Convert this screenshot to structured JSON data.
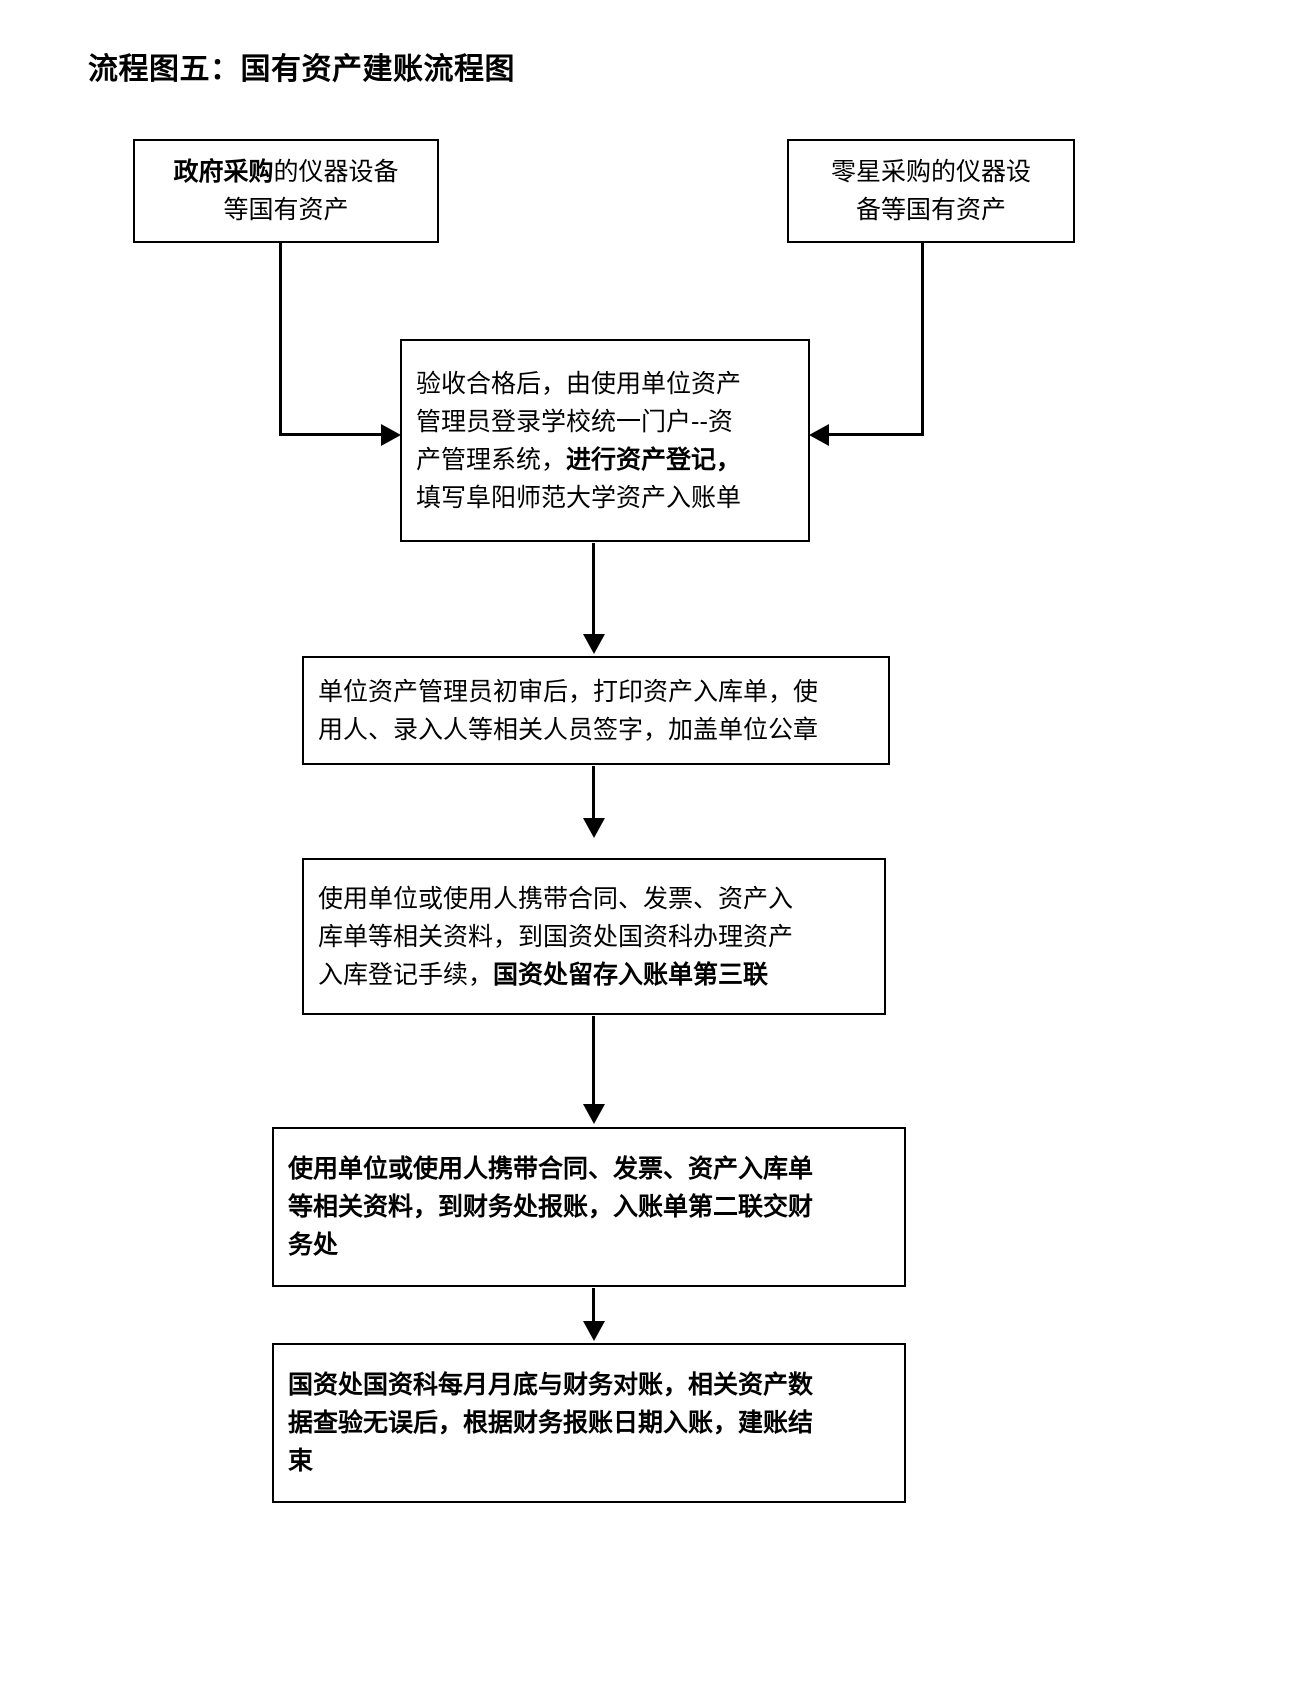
{
  "title": "流程图五：国有资产建账流程图",
  "nodes": {
    "gov_purchase": {
      "line1_bold": "政府采购",
      "line1_rest": "的仪器设备",
      "line2": "等国有资产",
      "full_text": "政府采购的仪器设备等国有资产"
    },
    "minor_purchase": {
      "line1": "零星采购的仪器设",
      "line2": "备等国有资产",
      "full_text": "零星采购的仪器设备等国有资产"
    },
    "register": {
      "line1": "验收合格后，由使用单位资产",
      "line2": "管理员登录学校统一门户--资",
      "line3_rest": "产管理系统，",
      "line3_bold": "进行资产登记，",
      "line4": "填写阜阳师范大学资产入账单",
      "full_text": "验收合格后，由使用单位资产管理员登录学校统一门户--资产管理系统，进行资产登记，填写阜阳师范大学资产入账单"
    },
    "review": {
      "line1": "单位资产管理员初审后，打印资产入库单，使",
      "line2": "用人、录入人等相关人员签字，加盖单位公章",
      "full_text": "单位资产管理员初审后，打印资产入库单，使用人、录入人等相关人员签字，加盖单位公章"
    },
    "storage": {
      "line1": "使用单位或使用人携带合同、发票、资产入",
      "line2": "库单等相关资料，到国资处国资科办理资产",
      "line3_rest": "入库登记手续，",
      "line3_bold": "国资处留存入账单第三联",
      "full_text": "使用单位或使用人携带合同、发票、资产入库单等相关资料，到国资处国资科办理资产入库登记手续，国资处留存入账单第三联"
    },
    "finance": {
      "line1": "使用单位或使用人携带合同、发票、资产入库单",
      "line2": "等相关资料，到财务处报账，入账单第二联交财",
      "line3": "务处",
      "full_text": "使用单位或使用人携带合同、发票、资产入库单等相关资料，到财务处报账，入账单第二联交财务处"
    },
    "reconcile": {
      "line1": "国资处国资科每月月底与财务对账，相关资产数",
      "line2": "据查验无误后，根据财务报账日期入账，建账结",
      "line3": "束",
      "full_text": "国资处国资科每月月底与财务对账，相关资产数据查验无误后，根据财务报账日期入账，建账结束"
    }
  },
  "edges": [
    {
      "name": "gov-to-register",
      "from": "gov_purchase",
      "to": "register",
      "arrow": "right"
    },
    {
      "name": "minor-to-register",
      "from": "minor_purchase",
      "to": "register",
      "arrow": "left"
    },
    {
      "name": "register-to-review",
      "from": "register",
      "to": "review",
      "arrow": "down"
    },
    {
      "name": "review-to-storage",
      "from": "review",
      "to": "storage",
      "arrow": "down"
    },
    {
      "name": "storage-to-finance",
      "from": "storage",
      "to": "finance",
      "arrow": "down"
    },
    {
      "name": "finance-to-reconcile",
      "from": "finance",
      "to": "reconcile",
      "arrow": "down"
    }
  ],
  "colors": {
    "stroke": "#000000",
    "background": "#ffffff",
    "text": "#000000"
  }
}
